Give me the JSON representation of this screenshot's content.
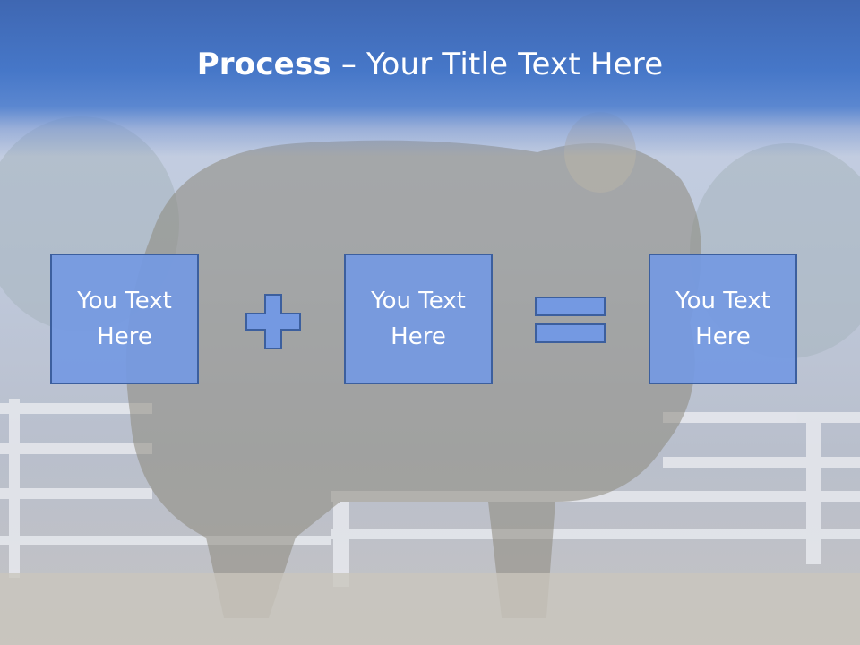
{
  "slide": {
    "title_bold": "Process",
    "title_rest": " – Your Title Text Here",
    "boxes": [
      {
        "text": "You Text\nHere"
      },
      {
        "text": "You Text\nHere"
      },
      {
        "text": "You Text\nHere"
      }
    ],
    "operators": [
      "plus-icon",
      "equals-icon"
    ]
  },
  "colors": {
    "title_band": "#4677c8",
    "box_fill": "#7499e2",
    "box_border": "#3c5f9e",
    "text": "#ffffff"
  }
}
